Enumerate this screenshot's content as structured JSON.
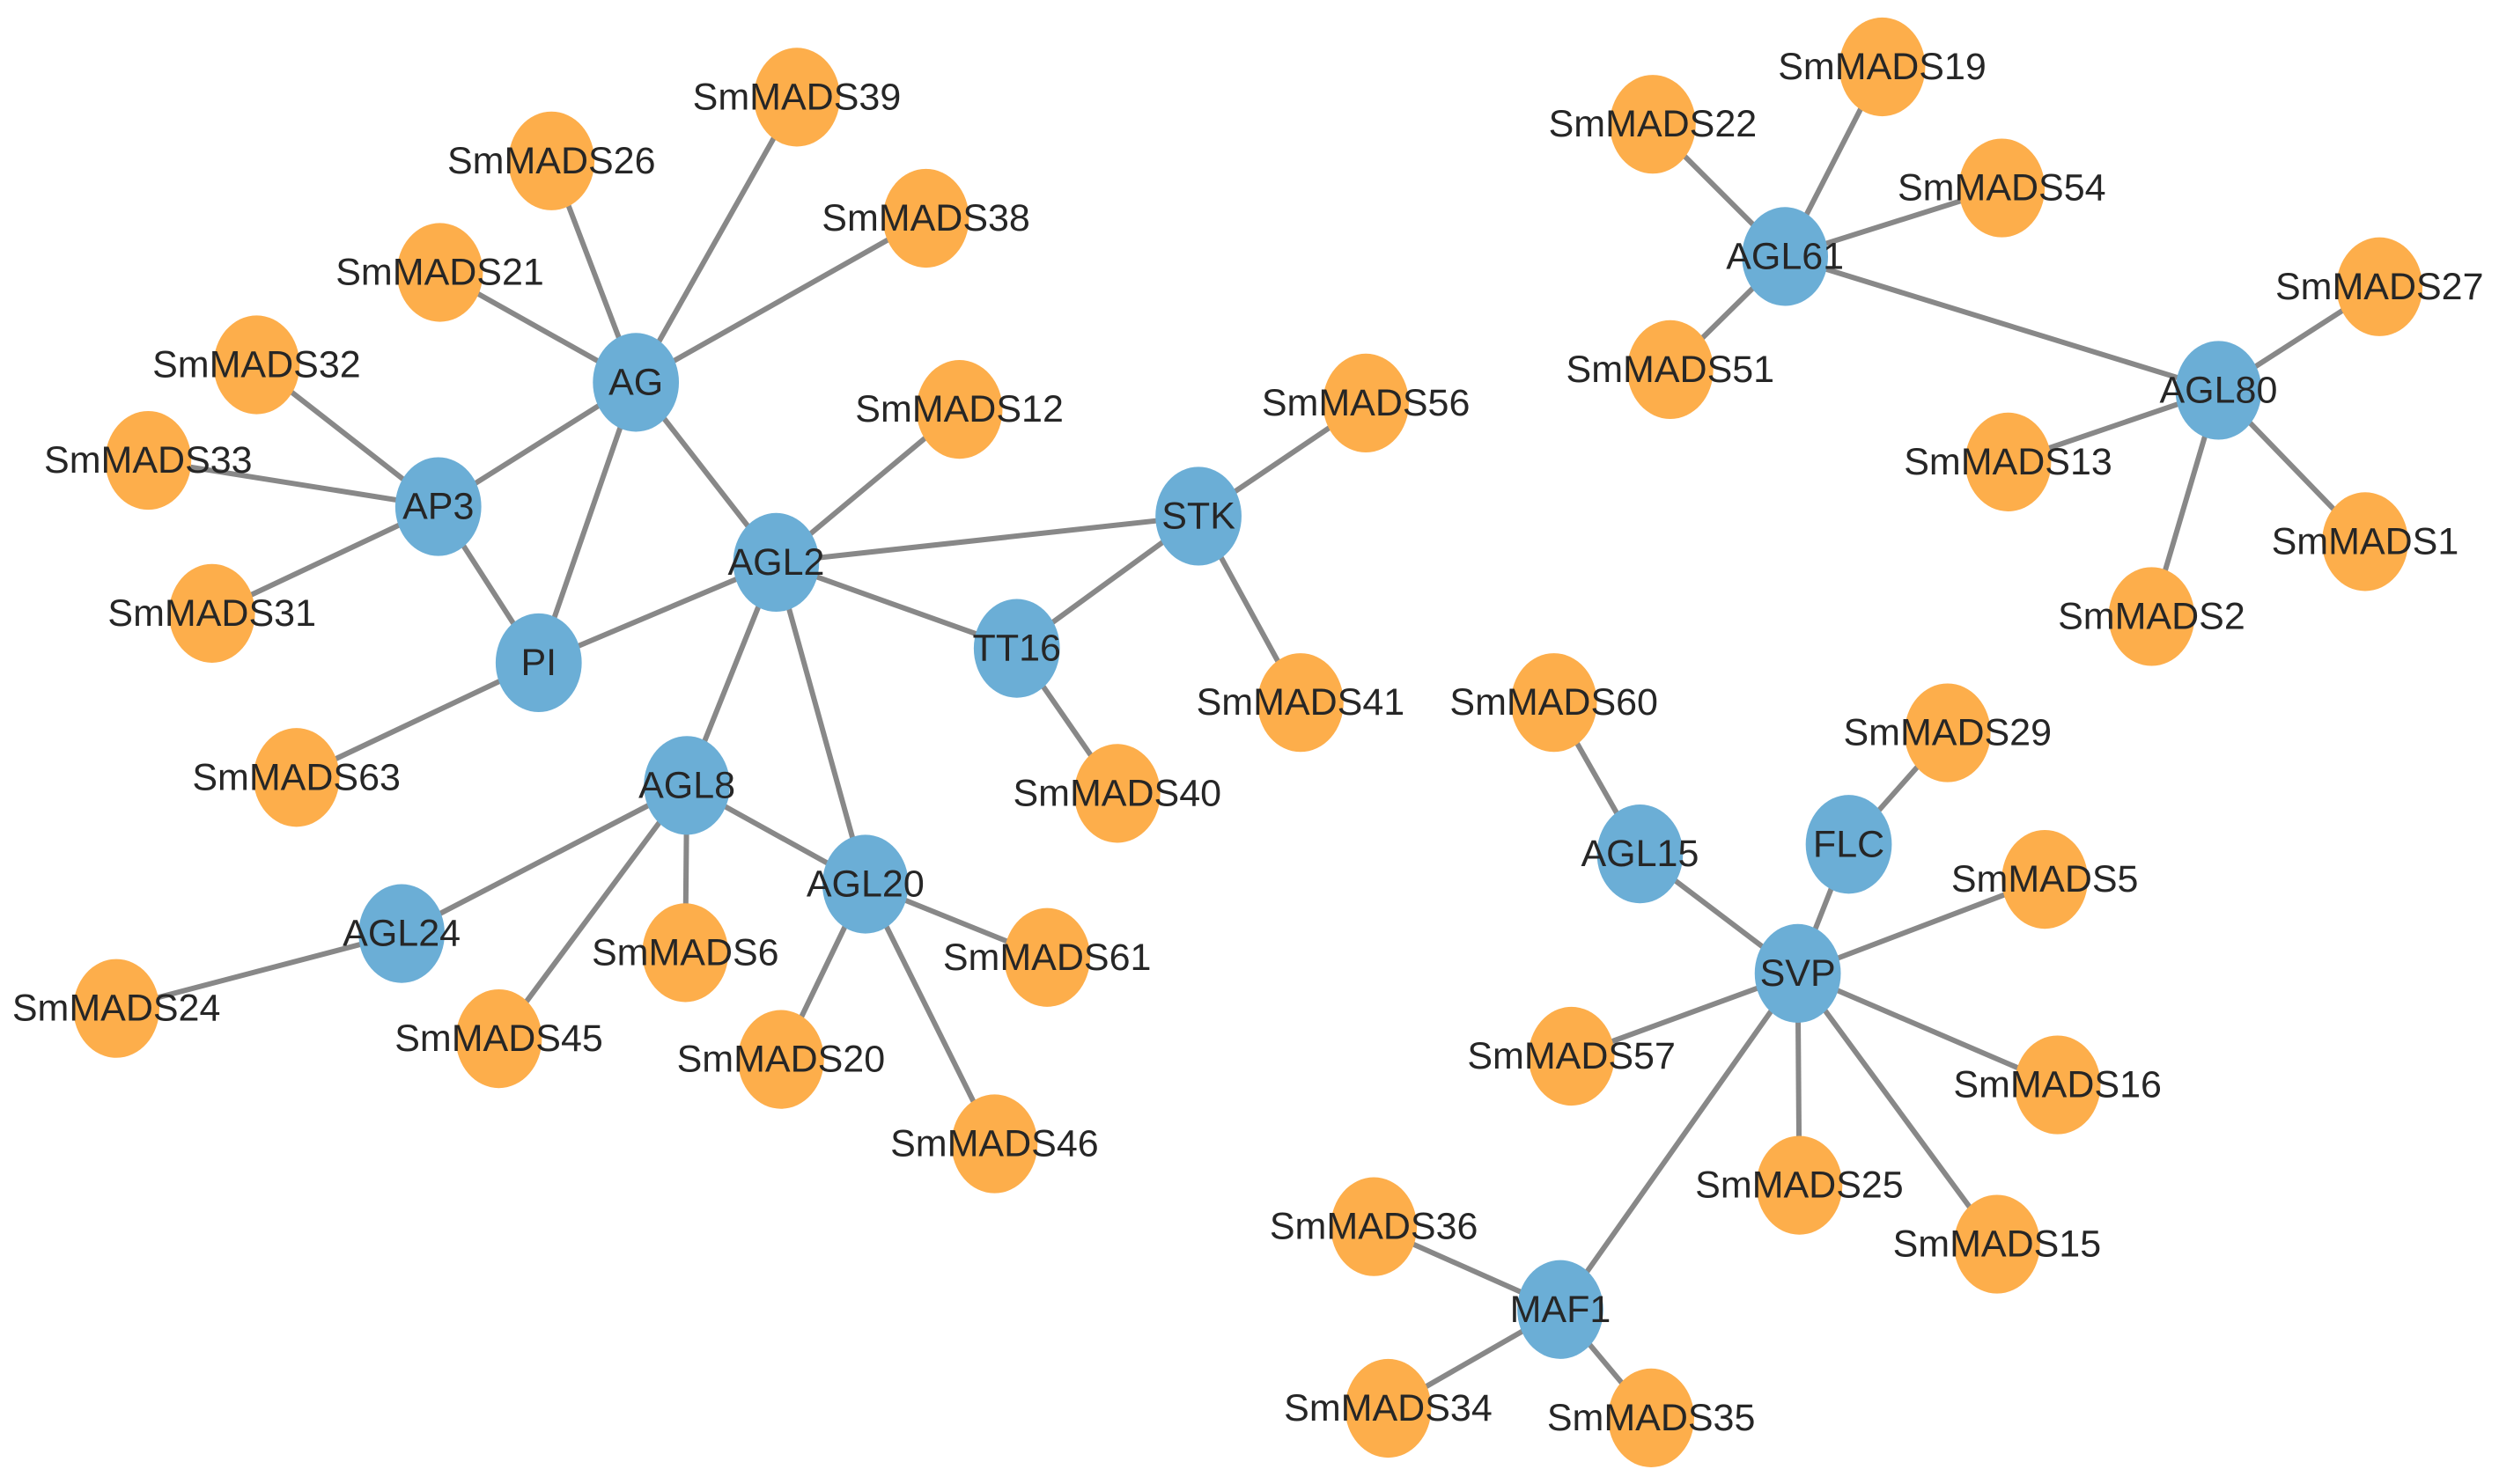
{
  "colors": {
    "hub": "#6baed6",
    "leaf": "#fdae4b",
    "edge": "#888888",
    "text": "#262626"
  },
  "nodes": [
    {
      "id": "AG",
      "label": "AG",
      "type": "hub"
    },
    {
      "id": "AP3",
      "label": "AP3",
      "type": "hub"
    },
    {
      "id": "PI",
      "label": "PI",
      "type": "hub"
    },
    {
      "id": "AGL2",
      "label": "AGL2",
      "type": "hub"
    },
    {
      "id": "STK",
      "label": "STK",
      "type": "hub"
    },
    {
      "id": "TT16",
      "label": "TT16",
      "type": "hub"
    },
    {
      "id": "AGL8",
      "label": "AGL8",
      "type": "hub"
    },
    {
      "id": "AGL20",
      "label": "AGL20",
      "type": "hub"
    },
    {
      "id": "AGL24",
      "label": "AGL24",
      "type": "hub"
    },
    {
      "id": "AGL61",
      "label": "AGL61",
      "type": "hub"
    },
    {
      "id": "AGL80",
      "label": "AGL80",
      "type": "hub"
    },
    {
      "id": "AGL15",
      "label": "AGL15",
      "type": "hub"
    },
    {
      "id": "FLC",
      "label": "FLC",
      "type": "hub"
    },
    {
      "id": "SVP",
      "label": "SVP",
      "type": "hub"
    },
    {
      "id": "MAF1",
      "label": "MAF1",
      "type": "hub"
    },
    {
      "id": "SmMADS39",
      "label": "SmMADS39",
      "type": "leaf"
    },
    {
      "id": "SmMADS26",
      "label": "SmMADS26",
      "type": "leaf"
    },
    {
      "id": "SmMADS38",
      "label": "SmMADS38",
      "type": "leaf"
    },
    {
      "id": "SmMADS21",
      "label": "SmMADS21",
      "type": "leaf"
    },
    {
      "id": "SmMADS32",
      "label": "SmMADS32",
      "type": "leaf"
    },
    {
      "id": "SmMADS33",
      "label": "SmMADS33",
      "type": "leaf"
    },
    {
      "id": "SmMADS31",
      "label": "SmMADS31",
      "type": "leaf"
    },
    {
      "id": "SmMADS63",
      "label": "SmMADS63",
      "type": "leaf"
    },
    {
      "id": "SmMADS12",
      "label": "SmMADS12",
      "type": "leaf"
    },
    {
      "id": "SmMADS56",
      "label": "SmMADS56",
      "type": "leaf"
    },
    {
      "id": "SmMADS41",
      "label": "SmMADS41",
      "type": "leaf"
    },
    {
      "id": "SmMADS40",
      "label": "SmMADS40",
      "type": "leaf"
    },
    {
      "id": "SmMADS24",
      "label": "SmMADS24",
      "type": "leaf"
    },
    {
      "id": "SmMADS6",
      "label": "SmMADS6",
      "type": "leaf"
    },
    {
      "id": "SmMADS45",
      "label": "SmMADS45",
      "type": "leaf"
    },
    {
      "id": "SmMADS61",
      "label": "SmMADS61",
      "type": "leaf"
    },
    {
      "id": "SmMADS20",
      "label": "SmMADS20",
      "type": "leaf"
    },
    {
      "id": "SmMADS46",
      "label": "SmMADS46",
      "type": "leaf"
    },
    {
      "id": "SmMADS19",
      "label": "SmMADS19",
      "type": "leaf"
    },
    {
      "id": "SmMADS22",
      "label": "SmMADS22",
      "type": "leaf"
    },
    {
      "id": "SmMADS54",
      "label": "SmMADS54",
      "type": "leaf"
    },
    {
      "id": "SmMADS51",
      "label": "SmMADS51",
      "type": "leaf"
    },
    {
      "id": "SmMADS27",
      "label": "SmMADS27",
      "type": "leaf"
    },
    {
      "id": "SmMADS13",
      "label": "SmMADS13",
      "type": "leaf"
    },
    {
      "id": "SmMADS1",
      "label": "SmMADS1",
      "type": "leaf"
    },
    {
      "id": "SmMADS2",
      "label": "SmMADS2",
      "type": "leaf"
    },
    {
      "id": "SmMADS60",
      "label": "SmMADS60",
      "type": "leaf"
    },
    {
      "id": "SmMADS29",
      "label": "SmMADS29",
      "type": "leaf"
    },
    {
      "id": "SmMADS5",
      "label": "SmMADS5",
      "type": "leaf"
    },
    {
      "id": "SmMADS57",
      "label": "SmMADS57",
      "type": "leaf"
    },
    {
      "id": "SmMADS16",
      "label": "SmMADS16",
      "type": "leaf"
    },
    {
      "id": "SmMADS25",
      "label": "SmMADS25",
      "type": "leaf"
    },
    {
      "id": "SmMADS15",
      "label": "SmMADS15",
      "type": "leaf"
    },
    {
      "id": "SmMADS36",
      "label": "SmMADS36",
      "type": "leaf"
    },
    {
      "id": "SmMADS34",
      "label": "SmMADS34",
      "type": "leaf"
    },
    {
      "id": "SmMADS35",
      "label": "SmMADS35",
      "type": "leaf"
    }
  ],
  "edges": [
    [
      "AG",
      "SmMADS39"
    ],
    [
      "AG",
      "SmMADS26"
    ],
    [
      "AG",
      "SmMADS38"
    ],
    [
      "AG",
      "SmMADS21"
    ],
    [
      "AG",
      "AP3"
    ],
    [
      "AG",
      "PI"
    ],
    [
      "AG",
      "AGL2"
    ],
    [
      "AP3",
      "SmMADS32"
    ],
    [
      "AP3",
      "SmMADS33"
    ],
    [
      "AP3",
      "SmMADS31"
    ],
    [
      "AP3",
      "PI"
    ],
    [
      "PI",
      "AGL2"
    ],
    [
      "PI",
      "SmMADS63"
    ],
    [
      "AGL2",
      "SmMADS12"
    ],
    [
      "AGL2",
      "STK"
    ],
    [
      "AGL2",
      "TT16"
    ],
    [
      "AGL2",
      "AGL8"
    ],
    [
      "AGL2",
      "AGL20"
    ],
    [
      "STK",
      "SmMADS56"
    ],
    [
      "STK",
      "TT16"
    ],
    [
      "STK",
      "SmMADS41"
    ],
    [
      "TT16",
      "SmMADS40"
    ],
    [
      "AGL8",
      "AGL24"
    ],
    [
      "AGL8",
      "SmMADS6"
    ],
    [
      "AGL8",
      "SmMADS45"
    ],
    [
      "AGL8",
      "AGL20"
    ],
    [
      "AGL24",
      "SmMADS24"
    ],
    [
      "AGL20",
      "SmMADS61"
    ],
    [
      "AGL20",
      "SmMADS20"
    ],
    [
      "AGL20",
      "SmMADS46"
    ],
    [
      "AGL61",
      "SmMADS19"
    ],
    [
      "AGL61",
      "SmMADS22"
    ],
    [
      "AGL61",
      "SmMADS54"
    ],
    [
      "AGL61",
      "SmMADS51"
    ],
    [
      "AGL61",
      "AGL80"
    ],
    [
      "AGL80",
      "SmMADS27"
    ],
    [
      "AGL80",
      "SmMADS13"
    ],
    [
      "AGL80",
      "SmMADS1"
    ],
    [
      "AGL80",
      "SmMADS2"
    ],
    [
      "AGL15",
      "SmMADS60"
    ],
    [
      "AGL15",
      "SVP"
    ],
    [
      "FLC",
      "SmMADS29"
    ],
    [
      "FLC",
      "SVP"
    ],
    [
      "SVP",
      "SmMADS5"
    ],
    [
      "SVP",
      "SmMADS57"
    ],
    [
      "SVP",
      "SmMADS16"
    ],
    [
      "SVP",
      "SmMADS25"
    ],
    [
      "SVP",
      "SmMADS15"
    ],
    [
      "SVP",
      "MAF1"
    ],
    [
      "MAF1",
      "SmMADS36"
    ],
    [
      "MAF1",
      "SmMADS34"
    ],
    [
      "MAF1",
      "SmMADS35"
    ]
  ]
}
